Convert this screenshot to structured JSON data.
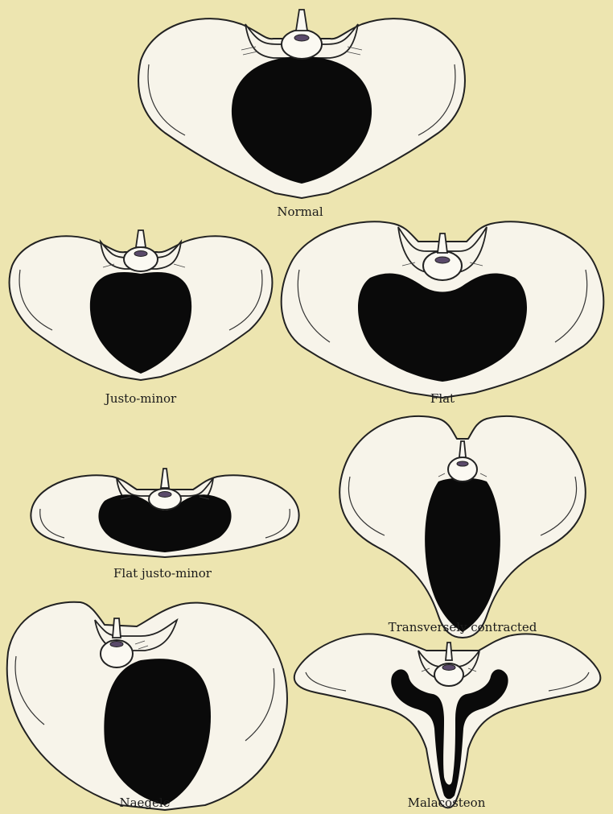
{
  "figures": [
    {
      "id": "normal",
      "caption": "Normal"
    },
    {
      "id": "justo-minor",
      "caption": "Justo-minor"
    },
    {
      "id": "flat",
      "caption": "Flat"
    },
    {
      "id": "flat-justo-minor",
      "caption": "Flat justo-minor"
    },
    {
      "id": "transversely-contracted",
      "caption": "Transversely contracted"
    },
    {
      "id": "naegele",
      "caption": "Naegele"
    },
    {
      "id": "malacosteon",
      "caption": "Malacosteon"
    }
  ],
  "colors": {
    "background": "#ede5b0",
    "bone": "#f7f4ea",
    "inlet": "#0a0a0a",
    "ink": "#222222"
  }
}
